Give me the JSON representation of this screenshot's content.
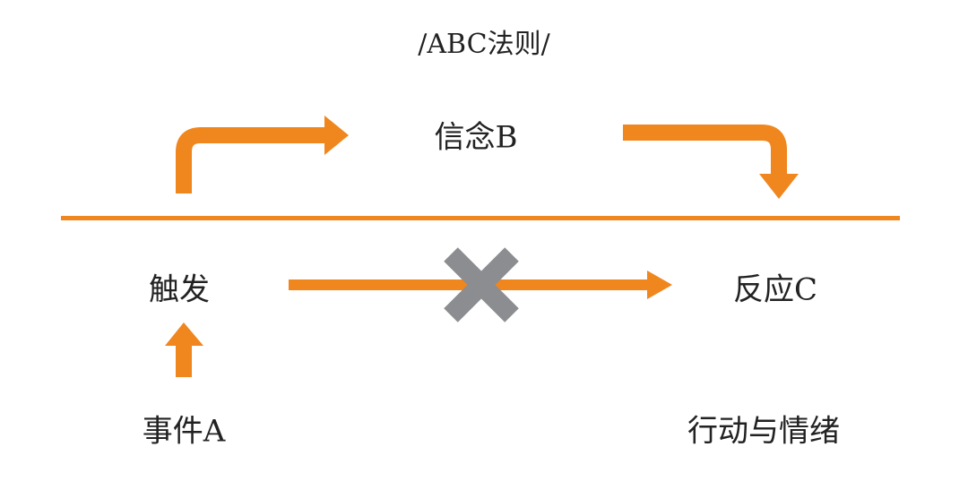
{
  "title": "/ABC法则/",
  "nodes": {
    "belief": "信念B",
    "trigger": "触发",
    "response": "反应C",
    "event": "事件A",
    "behavior_emotion": "行动与情绪"
  },
  "colors": {
    "arrow": "#f0861e",
    "cross": "#8b8d90",
    "text": "#222222"
  },
  "icons": {
    "blocked": "cross-icon"
  }
}
